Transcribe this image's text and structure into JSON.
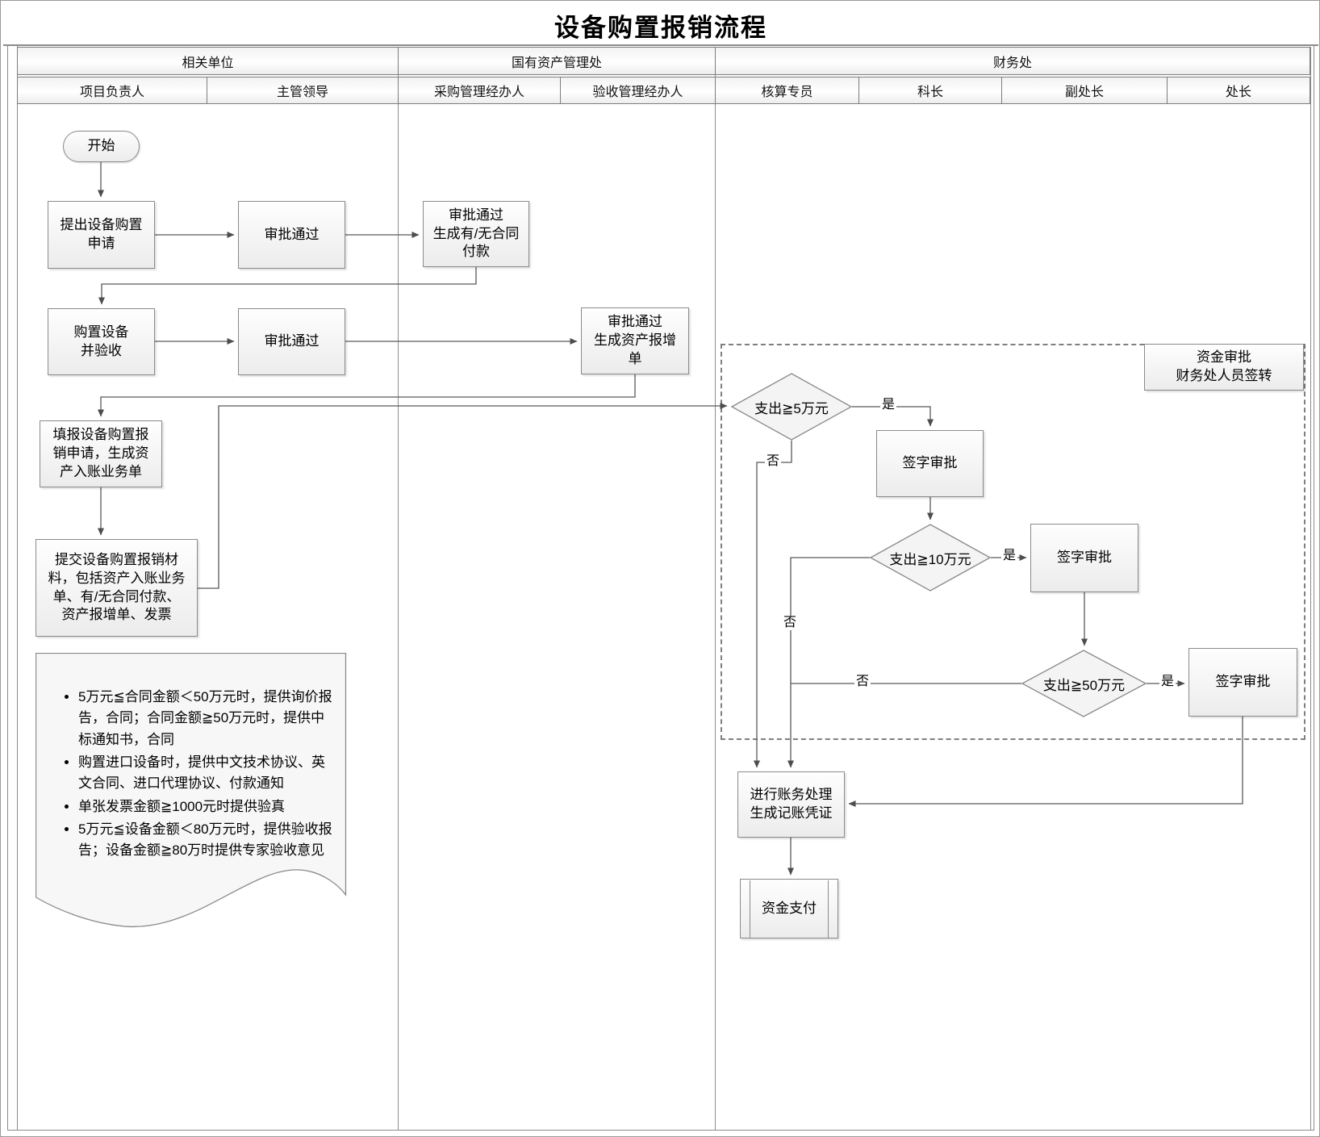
{
  "title": "设备购置报销流程",
  "lanes": {
    "groups": [
      {
        "label": "相关单位"
      },
      {
        "label": "国有资产管理处"
      },
      {
        "label": "财务处"
      }
    ],
    "columns": [
      {
        "label": "项目负责人"
      },
      {
        "label": "主管领导"
      },
      {
        "label": "采购管理经办人"
      },
      {
        "label": "验收管理经办人"
      },
      {
        "label": "核算专员"
      },
      {
        "label": "科长"
      },
      {
        "label": "副处长"
      },
      {
        "label": "处长"
      }
    ]
  },
  "nodes": {
    "start": "开始",
    "propose": "提出设备购置\n申请",
    "approve1": "审批通过",
    "gen_payment": "审批通过\n生成有/无合同\n付款",
    "purchase": "购置设备\n并验收",
    "approve2": "审批通过",
    "gen_asset": "审批通过\n生成资产报增\n单",
    "fill_apply": "填报设备购置报\n销申请，生成资\n产入账业务单",
    "submit_material": "提交设备购置报销材\n料，包括资产入账业务\n单、有/无合同付款、\n资产报增单、发票",
    "d1": "支出≧5万元",
    "d2": "支出≧10万元",
    "d3": "支出≧50万元",
    "sign1": "签字审批",
    "sign2": "签字审批",
    "sign3": "签字审批",
    "account": "进行账务处理\n生成记账凭证",
    "pay": "资金支付",
    "fund_note": "资金审批\n财务处人员签转"
  },
  "edge_labels": {
    "yes": "是",
    "no": "否"
  },
  "doc": {
    "items": [
      "5万元≦合同金额＜50万元时，提供询价报告，合同；合同金额≧50万元时，提供中标通知书，合同",
      "购置进口设备时，提供中文技术协议、英文合同、进口代理协议、付款通知",
      "单张发票金额≧1000元时提供验真",
      "5万元≦设备金额＜80万元时，提供验收报告；设备金额≧80万时提供专家验收意见"
    ]
  },
  "colors": {
    "line": "#595959",
    "border": "#8a8a8a",
    "dash": "#7f7f7f"
  }
}
